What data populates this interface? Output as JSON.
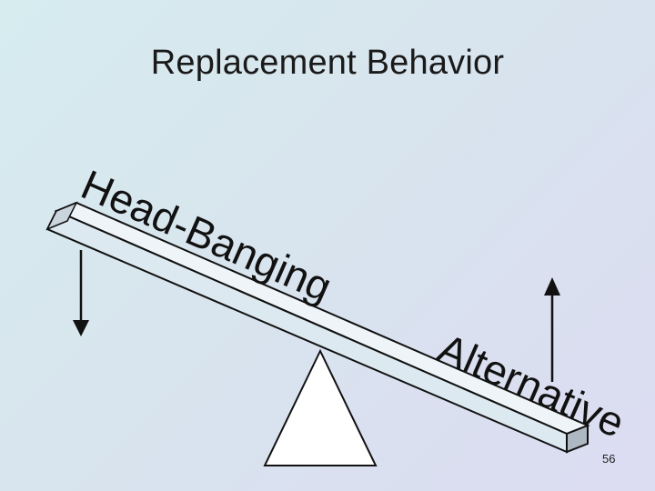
{
  "slide": {
    "title": "Replacement Behavior",
    "page_number": "56"
  },
  "seesaw": {
    "left_label": "Head-Banging",
    "right_label": "Alternative",
    "left_direction": "down",
    "right_direction": "up"
  },
  "colors": {
    "background_start": "#d6ecef",
    "background_end": "#dcdcf2",
    "plank_top": "#eef4f8",
    "plank_front": "#dde9f0",
    "plank_end": "#aeb8c2",
    "stroke": "#111111"
  }
}
